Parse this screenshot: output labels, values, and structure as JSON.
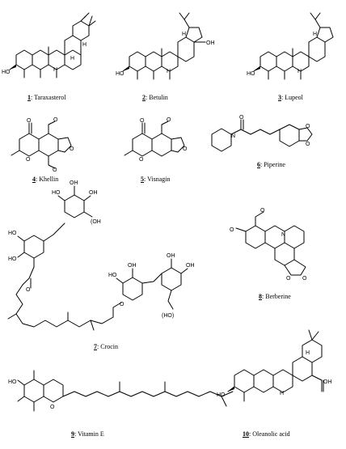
{
  "compounds": [
    {
      "number": "1",
      "name": "Taraxasterol"
    },
    {
      "number": "2",
      "name": "Betulin"
    },
    {
      "number": "3",
      "name": "Lupeol"
    },
    {
      "number": "4",
      "name": "Khellin"
    },
    {
      "number": "5",
      "name": "Visnagin"
    },
    {
      "number": "6",
      "name": "Piperine"
    },
    {
      "number": "7",
      "name": "Crocin"
    },
    {
      "number": "8",
      "name": "Berberine"
    },
    {
      "number": "9",
      "name": "Vitamin E"
    },
    {
      "number": "10",
      "name": "Oleanolic acid"
    }
  ],
  "captions": [
    {
      "num": "1",
      "name": "Taraxasterol"
    },
    {
      "num": "2",
      "name": "Betulin"
    },
    {
      "num": "3",
      "name": "Lupeol"
    },
    {
      "num": "4",
      "name": "Khellin"
    },
    {
      "num": "5",
      "name": "Visnagin"
    },
    {
      "num": "6",
      "name": "Piperine"
    },
    {
      "num": "7",
      "name": "Crocin"
    },
    {
      "num": "8",
      "name": "Berberine"
    },
    {
      "num": "9",
      "name": "Vitamin E"
    },
    {
      "num": "10",
      "name": "Oleanolic acid"
    }
  ],
  "atom_labels": {
    "ho": "HO",
    "oh": "OH",
    "h": "H",
    "o": "O",
    "n": "N",
    "oh_paren": "(OH",
    "ho_paren": "(HO)"
  }
}
